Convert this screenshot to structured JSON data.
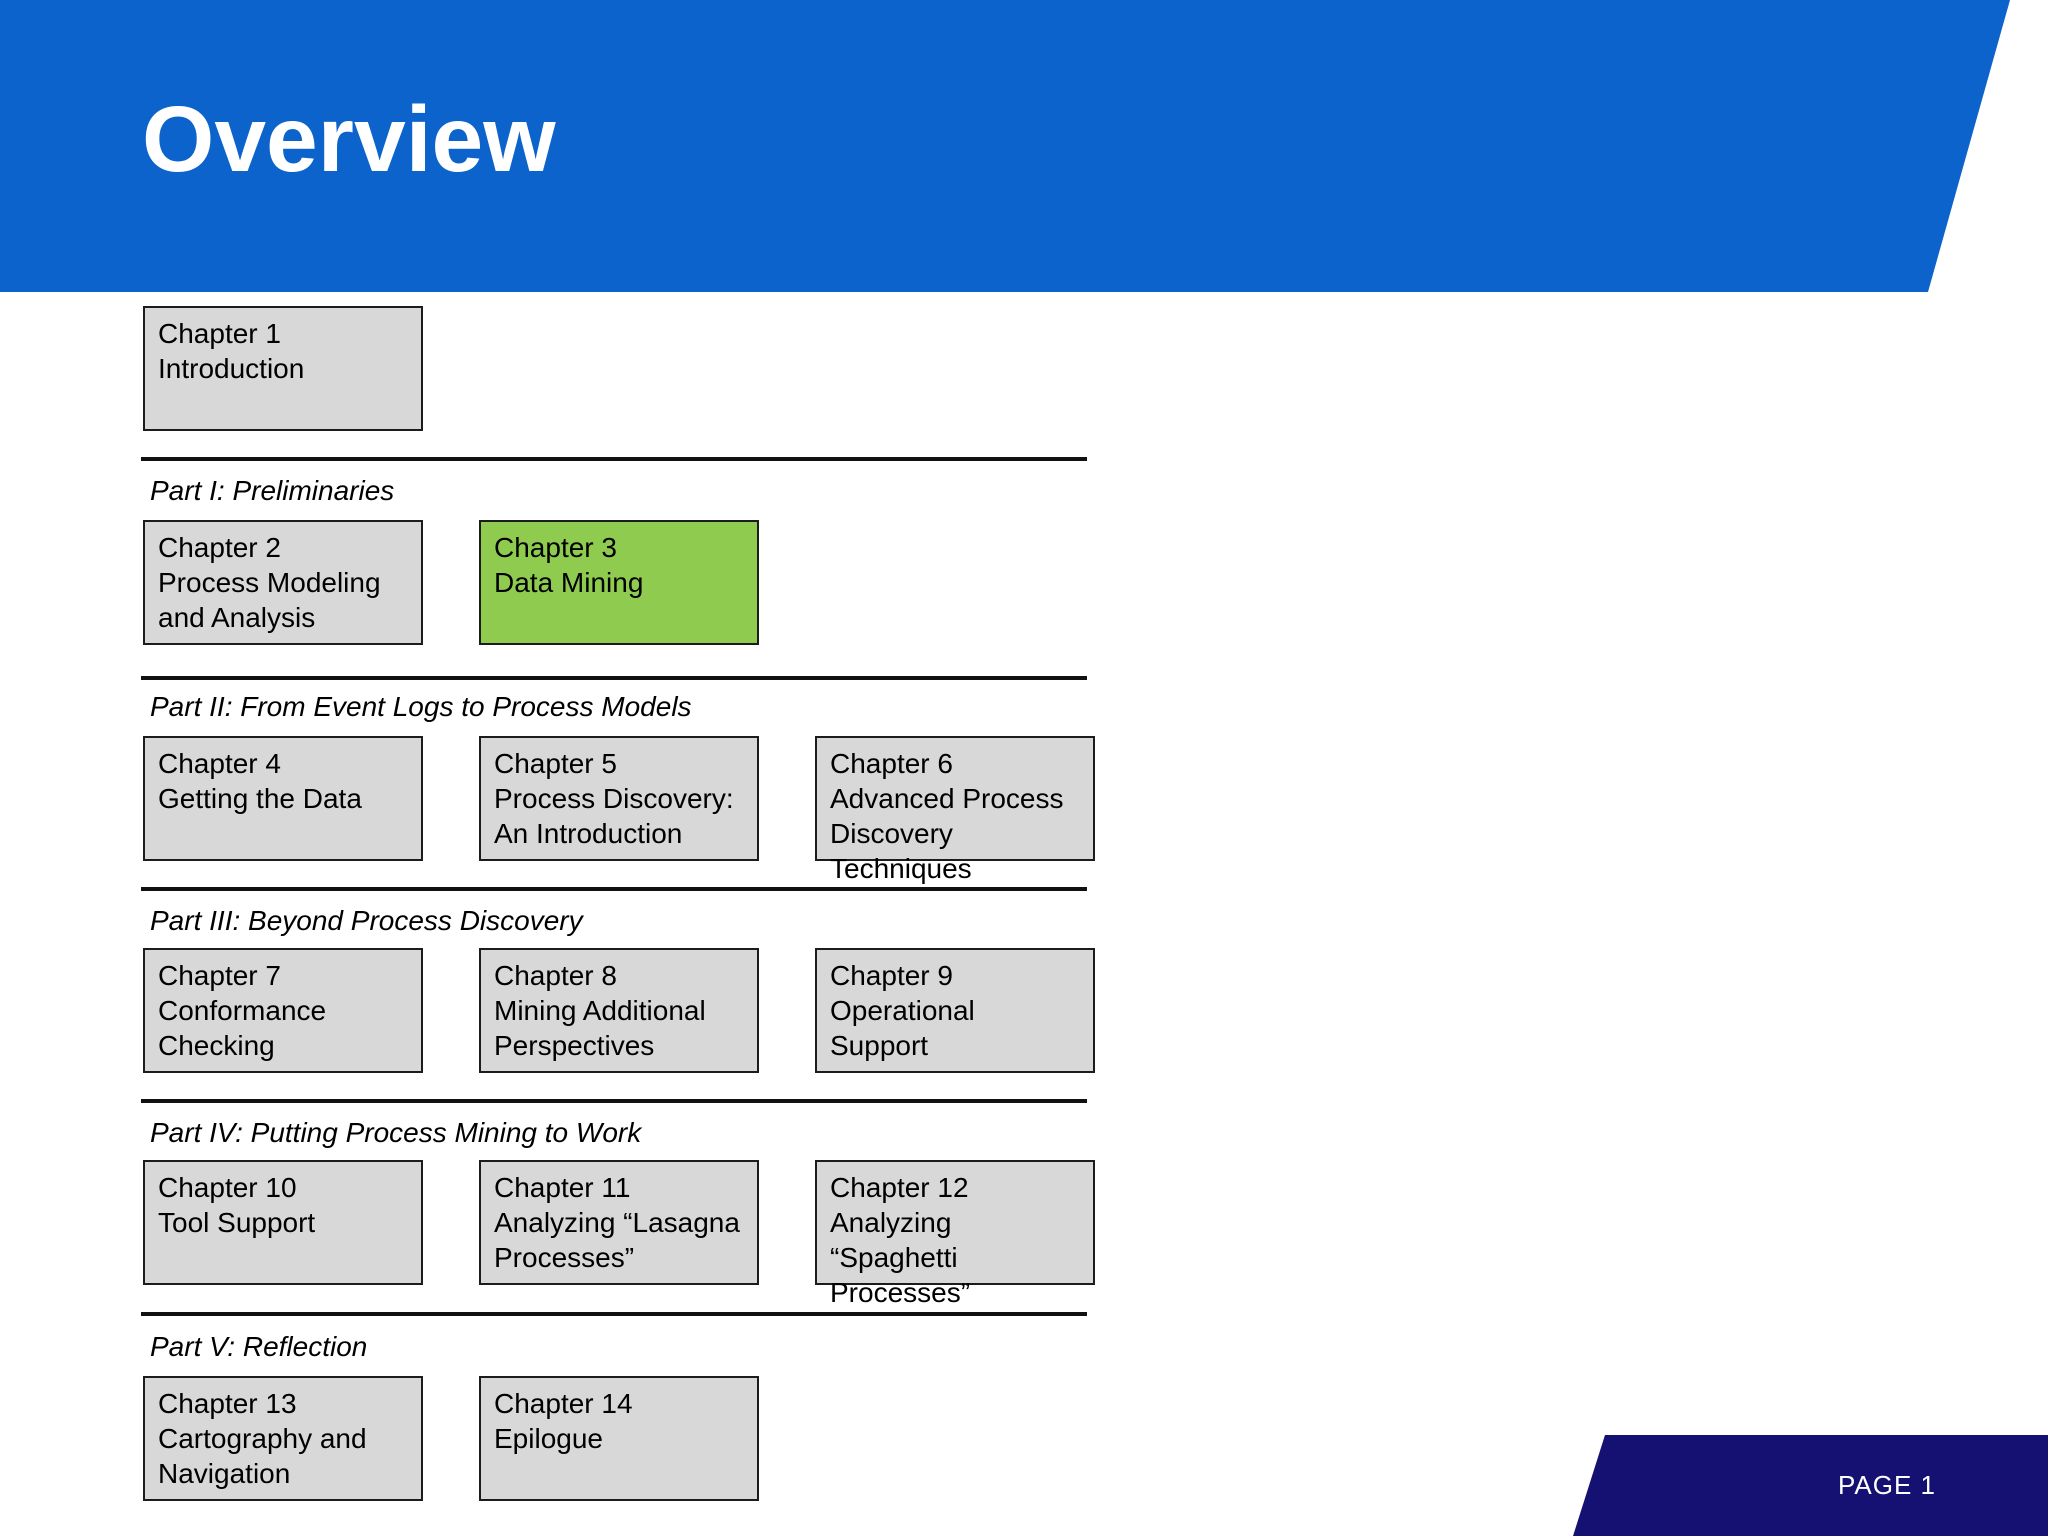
{
  "slide": {
    "title": "Overview",
    "page_label": "PAGE 1",
    "colors": {
      "header_blue": "#0b63cb",
      "footer_navy": "#151173",
      "box_gray": "#d8d8d8",
      "highlight_green": "#8ecb4f",
      "box_border": "#1c1c1c",
      "divider_black": "#111111"
    }
  },
  "sections": [
    {
      "label": "",
      "chapters": [
        {
          "number": "Chapter 1",
          "title": "Introduction",
          "highlight": false
        }
      ]
    },
    {
      "label": "Part I: Preliminaries",
      "chapters": [
        {
          "number": "Chapter 2",
          "title": "Process Modeling and Analysis",
          "highlight": false
        },
        {
          "number": "Chapter 3",
          "title": "Data Mining",
          "highlight": true
        }
      ]
    },
    {
      "label": "Part II: From Event Logs to Process Models",
      "chapters": [
        {
          "number": "Chapter 4",
          "title": "Getting the Data",
          "highlight": false
        },
        {
          "number": "Chapter 5",
          "title": "Process Discovery: An Introduction",
          "highlight": false
        },
        {
          "number": "Chapter 6",
          "title": "Advanced Process Discovery Techniques",
          "highlight": false
        }
      ]
    },
    {
      "label": "Part III: Beyond Process Discovery",
      "chapters": [
        {
          "number": "Chapter 7",
          "title": "Conformance Checking",
          "highlight": false
        },
        {
          "number": "Chapter 8",
          "title": "Mining Additional Perspectives",
          "highlight": false
        },
        {
          "number": "Chapter 9",
          "title": "Operational Support",
          "highlight": false
        }
      ]
    },
    {
      "label": "Part IV: Putting Process Mining to Work",
      "chapters": [
        {
          "number": "Chapter 10",
          "title": "Tool Support",
          "highlight": false
        },
        {
          "number": "Chapter 11",
          "title": "Analyzing “Lasagna Processes”",
          "highlight": false
        },
        {
          "number": "Chapter 12",
          "title": "Analyzing “Spaghetti Processes”",
          "highlight": false
        }
      ]
    },
    {
      "label": "Part V: Reflection",
      "chapters": [
        {
          "number": "Chapter 13",
          "title": "Cartography and Navigation",
          "highlight": false
        },
        {
          "number": "Chapter 14",
          "title": "Epilogue",
          "highlight": false
        }
      ]
    }
  ]
}
